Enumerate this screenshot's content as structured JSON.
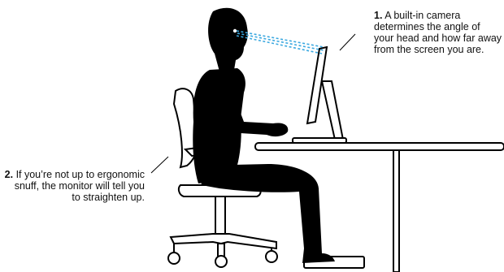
{
  "colors": {
    "silhouette": "#000000",
    "line_art": "#000000",
    "sight_lines": "#3aa8e0",
    "background": "#ffffff"
  },
  "callouts": [
    {
      "number": "1.",
      "text": "A built-in camera determines the angle of your head and how far away from the screen you are."
    },
    {
      "number": "2.",
      "text": "If you’re not up to ergonomic snuff, the monitor will tell you to straighten up."
    }
  ]
}
